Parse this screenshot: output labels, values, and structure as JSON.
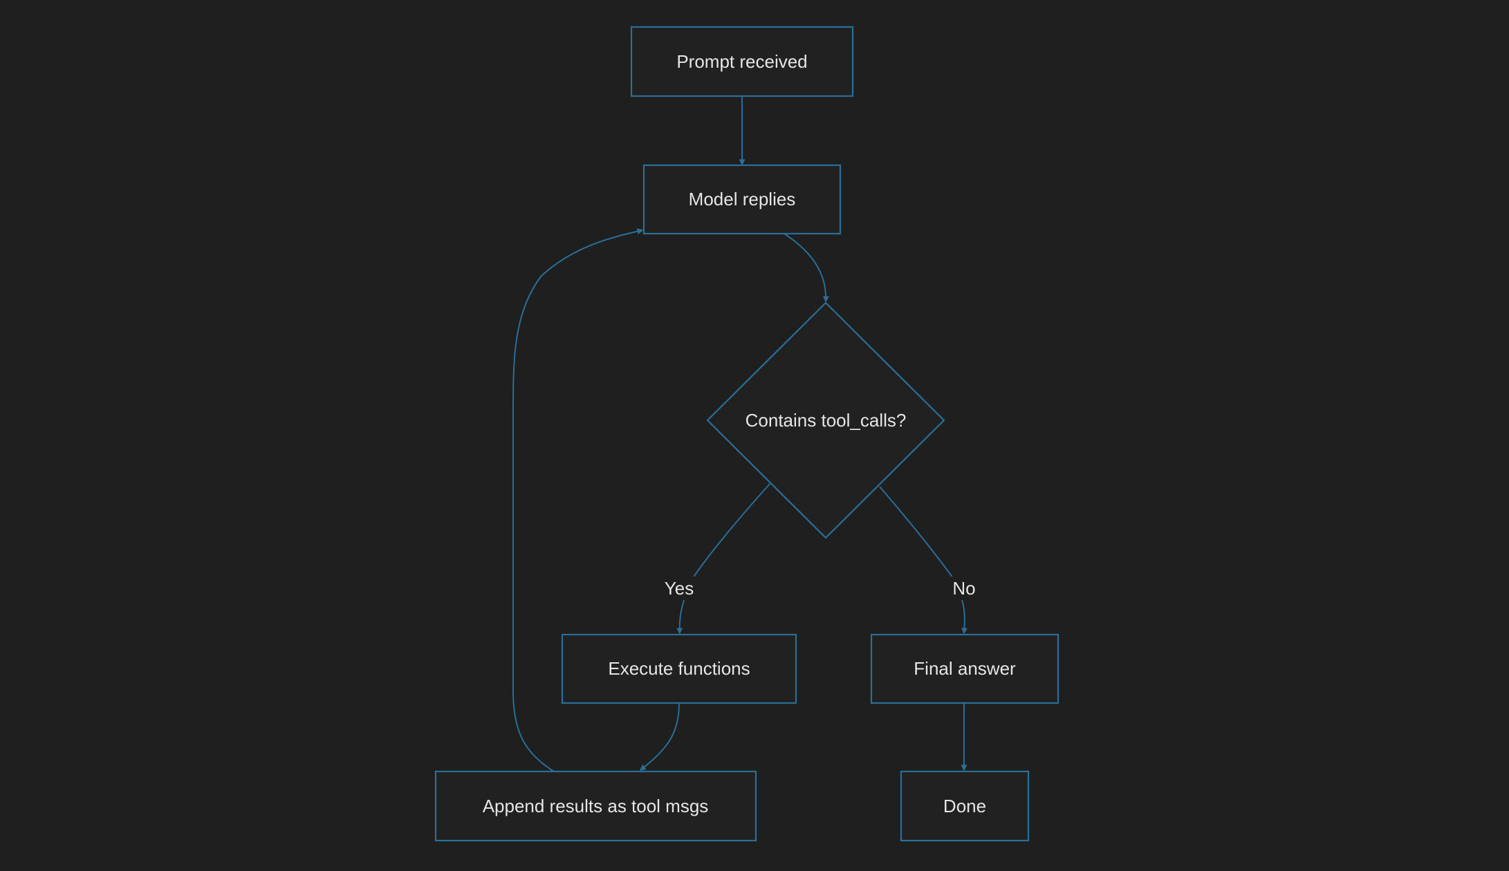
{
  "diagram": {
    "nodes": {
      "prompt": "Prompt received",
      "model": "Model replies",
      "decision": "Contains tool_calls?",
      "execute": "Execute functions",
      "final": "Final answer",
      "append": "Append results as tool msgs",
      "done": "Done"
    },
    "edge_labels": {
      "yes": "Yes",
      "no": "No"
    }
  },
  "colors": {
    "background": "#1f1f1f",
    "stroke": "#2a6f97",
    "text": "#e6e6e6"
  }
}
